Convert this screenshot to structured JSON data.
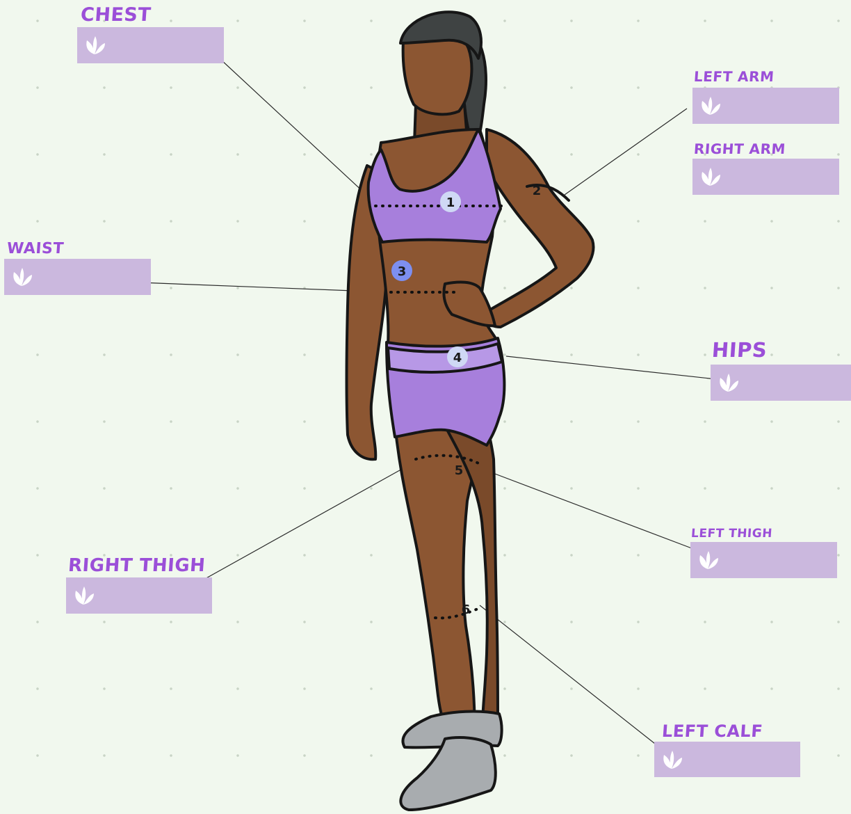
{
  "colors": {
    "background": "#f1f8ee",
    "label_text": "#9b4fd8",
    "field_fill": "#cbb8de",
    "outfit": "#a77fdc",
    "skin": "#8c5632",
    "hair": "#3f4343",
    "shoe": "#a8acaf"
  },
  "labels": {
    "chest": "CHEST",
    "left_arm": "LEFT ARM",
    "right_arm": "RIGHT ARM",
    "waist": "WAIST",
    "hips": "HIPS",
    "right_thigh": "RIGHT THIGH",
    "left_thigh": "LEFT THIGH",
    "left_calf": "LEFT CALF"
  },
  "markers": {
    "chest": "1",
    "arm": "2",
    "waist": "3",
    "hips": "4",
    "thigh": "5",
    "calf": "6"
  },
  "fields": {
    "chest": "",
    "left_arm": "",
    "right_arm": "",
    "waist": "",
    "hips": "",
    "right_thigh": "",
    "left_thigh": "",
    "left_calf": ""
  },
  "icons": {
    "field_icon": "leaf-icon"
  }
}
